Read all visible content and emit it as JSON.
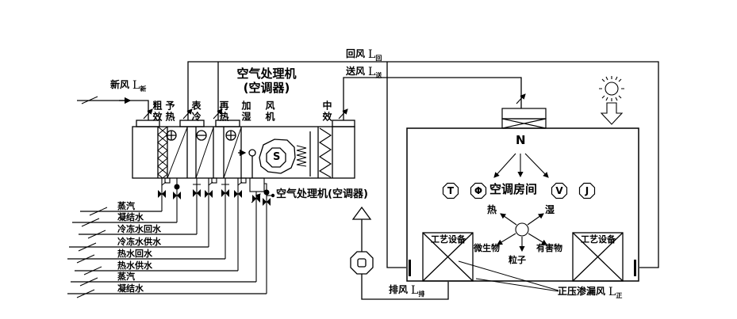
{
  "diagram": {
    "ahu": {
      "title_line1": "空气处理机",
      "title_line2": "(空调器)",
      "bottom_label": "空气处理机(空调器)",
      "sections": [
        "粗效",
        "予热",
        "表冷",
        "再热",
        "加湿",
        "风机",
        "中效"
      ],
      "fan_letter": "S"
    },
    "flows": {
      "fresh": {
        "label": "新风",
        "symbol": "L",
        "sub": "新"
      },
      "return": {
        "label": "回风",
        "symbol": "L",
        "sub": "回"
      },
      "supply": {
        "label": "送风",
        "symbol": "L",
        "sub": "送"
      },
      "exhaust": {
        "label": "排风",
        "symbol": "L",
        "sub": "排"
      },
      "infiltration": {
        "label": "正压渗漏风",
        "symbol": "L",
        "sub": "正"
      }
    },
    "pipes": [
      "蒸汽",
      "凝结水",
      "冷冻水回水",
      "冷冻水供水",
      "热水回水",
      "热水供水",
      "蒸汽",
      "凝结水"
    ],
    "room": {
      "label": "空调房间",
      "n_symbol": "N",
      "sensors": [
        "T",
        "Φ",
        "V",
        "J"
      ],
      "loads": {
        "heat": "热",
        "moisture": "湿",
        "microbes": "微生物",
        "particles": "粒子",
        "harmful": "有害物"
      },
      "equipment_label": "工艺设备"
    },
    "colors": {
      "line": "#000000",
      "background": "#ffffff"
    }
  }
}
